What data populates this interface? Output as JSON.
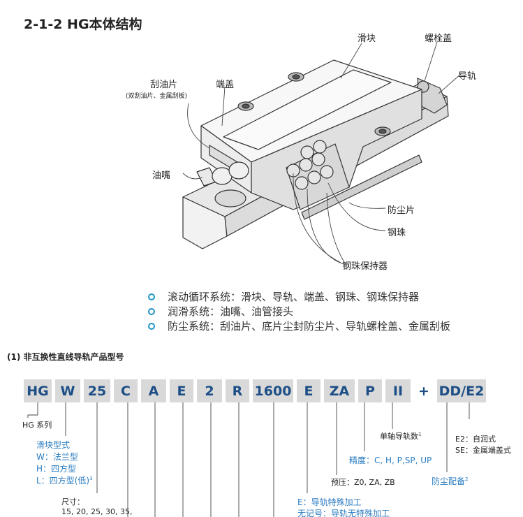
{
  "title": "2-1-2 HG本体结构",
  "diagram_labels": {
    "slider": "滑块",
    "bolt_cap": "螺栓盖",
    "rail": "导轨",
    "scraper": "刮油片",
    "scraper_note": "(双刮油片、金属刮板)",
    "end_cap": "端盖",
    "grease_nipple": "油嘴",
    "dust_seal": "防尘片",
    "ball": "钢珠",
    "retainer": "钢珠保持器"
  },
  "systems": [
    "滚动循环系统：滑块、导轨、端盖、钢珠、钢珠保持器",
    "润滑系统：油嘴、油管接头",
    "防尘系统：刮油片、底片尘封防尘片、导轨螺栓盖、金属刮板"
  ],
  "section_title": "(1) 非互换性直线导轨产品型号",
  "code_parts": [
    "HG",
    "W",
    "25",
    "C",
    "A",
    "E",
    "2",
    "R",
    "1600",
    "E",
    "ZA",
    "P",
    "II",
    "+",
    "DD/E2"
  ],
  "code_notes": {
    "series": "HG 系列",
    "block_type_title": "滑块型式",
    "block_type_w": "W：法兰型",
    "block_type_h": "H：四方型",
    "block_type_l": "L：四方型(低)",
    "block_type_l_sup": "3",
    "size_title": "尺寸：",
    "size_values": "15, 20, 25, 30, 35,",
    "rails_per_axis": "单轴导轨数",
    "rails_per_axis_sup": "1",
    "precision": "精度：C, H, P,SP, UP",
    "preload": "预压：Z0, ZA, ZB",
    "dust_option": "防尘配备",
    "dust_option_sup": "2",
    "e2": "E2：自润式",
    "se": "SE：金属端盖式",
    "rail_special": "E：导轨特殊加工",
    "rail_none": "无记号：导轨无特殊加工"
  },
  "colors": {
    "accent": "#1f95c8",
    "code_text": "#1d4f86",
    "code_bg": "#d9d9d9",
    "note_blue": "#2a7cc1"
  }
}
